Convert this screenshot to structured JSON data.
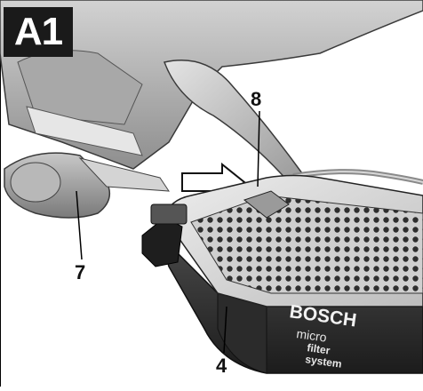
{
  "figure": {
    "badge": "A1",
    "callouts": {
      "hose": "8",
      "handle": "7",
      "filter_box": "4"
    },
    "brand": "BOSCH",
    "product_text_line1": "micro",
    "product_text_line2": "filter",
    "product_text_line3": "system"
  }
}
